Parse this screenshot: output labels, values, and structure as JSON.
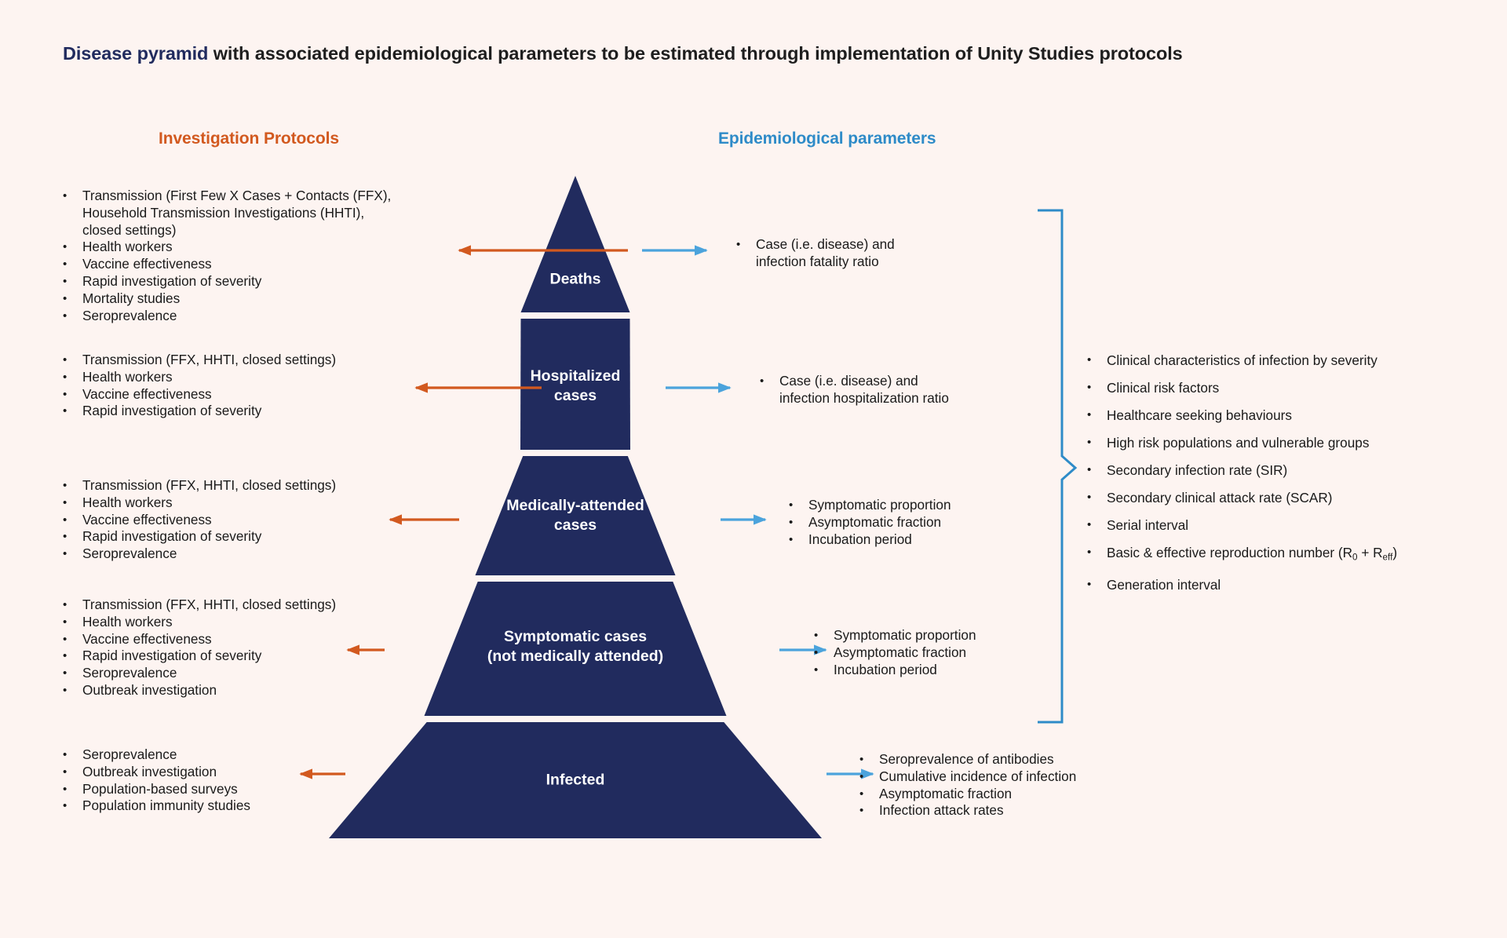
{
  "title": {
    "accent": "Disease pyramid",
    "rest": " with associated epidemiological parameters to be estimated through implementation of Unity Studies protocols"
  },
  "headings": {
    "left": "Investigation Protocols",
    "right": "Epidemiological parameters"
  },
  "colors": {
    "background": "#FDF4F1",
    "navy": "#212B5E",
    "orange": "#D2591F",
    "blue": "#4BA3DC",
    "heading_blue": "#2E8BC8",
    "text": "#1A1A1A"
  },
  "pyramid": {
    "tiers": [
      {
        "id": "deaths",
        "label": "Deaths"
      },
      {
        "id": "hospitalized",
        "label": "Hospitalized\ncases"
      },
      {
        "id": "medically-attended",
        "label": "Medically-attended\ncases"
      },
      {
        "id": "symptomatic",
        "label": "Symptomatic cases\n(not medically attended)"
      },
      {
        "id": "infected",
        "label": "Infected"
      }
    ]
  },
  "investigation_protocols": [
    {
      "tier": "deaths",
      "items": [
        "Transmission (First Few X Cases + Contacts (FFX),\nHousehold Transmission Investigations (HHTI),\nclosed settings)",
        "Health workers",
        "Vaccine effectiveness",
        "Rapid investigation of severity",
        "Mortality studies",
        "Seroprevalence"
      ]
    },
    {
      "tier": "hospitalized",
      "items": [
        "Transmission (FFX, HHTI, closed settings)",
        "Health workers",
        "Vaccine effectiveness",
        "Rapid investigation of severity"
      ]
    },
    {
      "tier": "medically-attended",
      "items": [
        "Transmission (FFX, HHTI, closed settings)",
        "Health workers",
        "Vaccine effectiveness",
        "Rapid investigation of severity",
        "Seroprevalence"
      ]
    },
    {
      "tier": "symptomatic",
      "items": [
        "Transmission (FFX, HHTI, closed settings)",
        "Health workers",
        "Vaccine effectiveness",
        "Rapid investigation of severity",
        "Seroprevalence",
        "Outbreak investigation"
      ]
    },
    {
      "tier": "infected",
      "items": [
        "Seroprevalence",
        "Outbreak investigation",
        "Population-based surveys",
        "Population immunity studies"
      ]
    }
  ],
  "epidemiological_parameters": [
    {
      "tier": "deaths",
      "items": [
        "Case (i.e. disease) and\ninfection fatality ratio"
      ]
    },
    {
      "tier": "hospitalized",
      "items": [
        "Case (i.e. disease) and\ninfection hospitalization ratio"
      ]
    },
    {
      "tier": "medically-attended",
      "items": [
        "Symptomatic proportion",
        "Asymptomatic fraction",
        "Incubation period"
      ]
    },
    {
      "tier": "symptomatic",
      "items": [
        "Symptomatic proportion",
        "Asymptomatic fraction",
        "Incubation period"
      ]
    },
    {
      "tier": "infected",
      "items": [
        "Seroprevalence of antibodies",
        "Cumulative incidence of infection",
        "Asymptomatic fraction",
        "Infection attack rates"
      ]
    }
  ],
  "cross_cutting_parameters": {
    "items": [
      "Clinical characteristics of infection by severity",
      "Clinical risk factors",
      "Healthcare seeking behaviours",
      "High risk populations and vulnerable groups",
      "Secondary infection rate (SIR)",
      "Secondary clinical attack rate (SCAR)",
      "Serial interval",
      "Basic & effective reproduction number (R<sub>0</sub> + R<sub>eff</sub>)",
      "Generation interval"
    ]
  },
  "bullet_glyph": "•"
}
